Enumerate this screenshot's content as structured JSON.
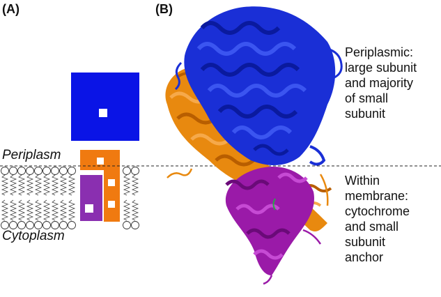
{
  "panel_a": {
    "label": "(A)",
    "periplasm_label": "Periplasm",
    "cytoplasm_label": "Cytoplasm"
  },
  "panel_b": {
    "label": "(B)",
    "periplasmic_lines": [
      "Periplasmic:",
      "large subunit",
      "and majority",
      "of small",
      "subunit"
    ],
    "membrane_lines": [
      "Within",
      "membrane:",
      "cytochrome",
      "and small",
      "subunit",
      "anchor"
    ]
  },
  "colors": {
    "large_subunit": "#0a14e6",
    "small_subunit": "#f07a10",
    "cytochrome": "#8a2fb0",
    "protein_blue": "#1a2fd6",
    "protein_orange": "#e8890f",
    "protein_magenta": "#9a1aa8",
    "white_square": "#ffffff"
  }
}
